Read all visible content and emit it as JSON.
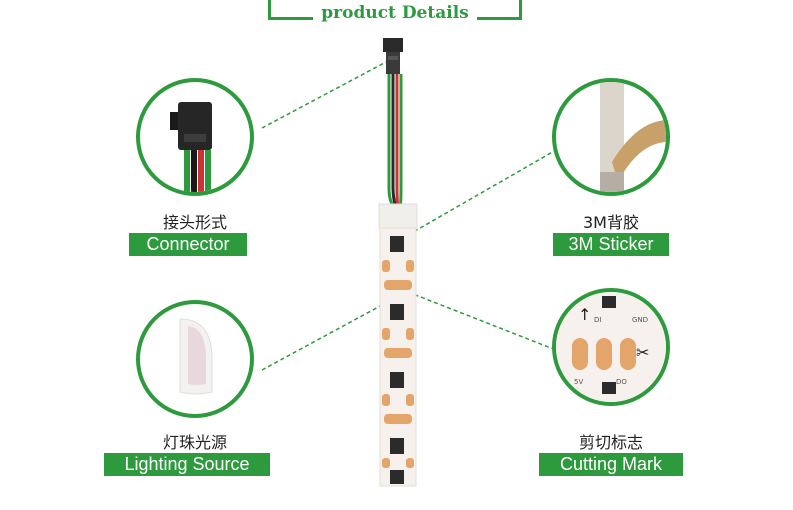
{
  "header": {
    "title": "product Details"
  },
  "features": [
    {
      "zh": "接头形式",
      "en": "Connector"
    },
    {
      "zh": "3M背胶",
      "en": "3M Sticker"
    },
    {
      "zh": "灯珠光源",
      "en": "Lighting Source"
    },
    {
      "zh": "剪切标志",
      "en": "Cutting Mark"
    }
  ],
  "strip": {
    "pad_labels": {
      "v5": "5V",
      "di": "DI",
      "do": "DO",
      "gnd": "GND"
    }
  },
  "colors": {
    "accent": "#2e9a3e",
    "pcb": "#f6f1ec",
    "pad": "#e3a56a",
    "chip": "#2b2b2b"
  }
}
